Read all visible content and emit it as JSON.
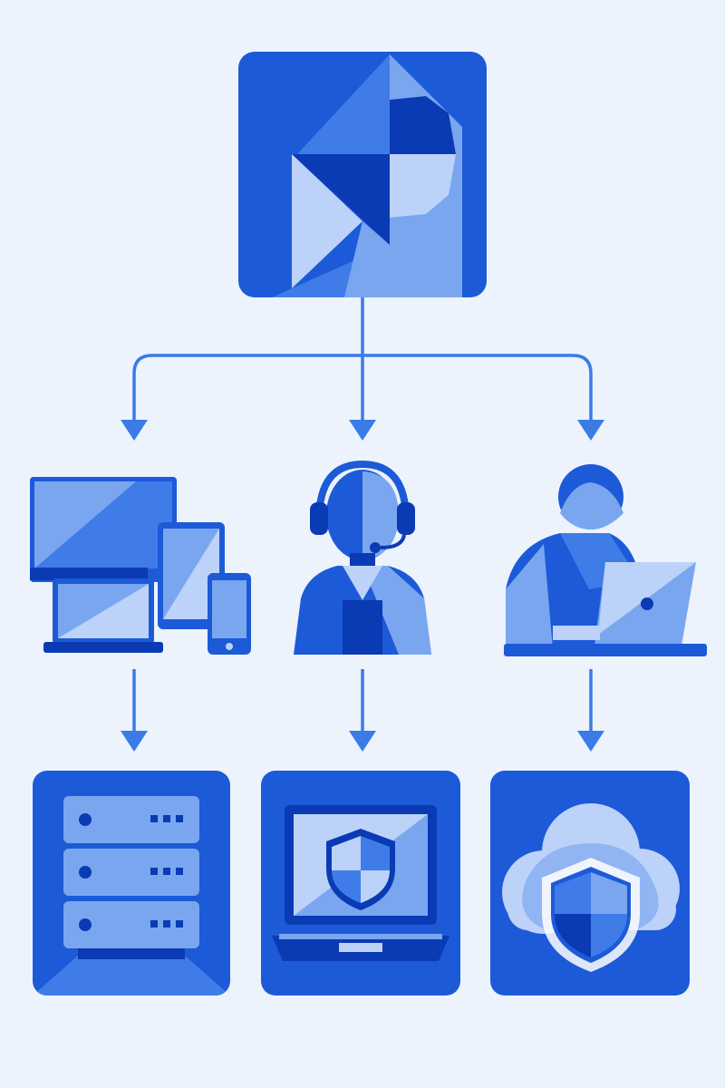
{
  "diagram": {
    "layers": [
      {
        "id": "source",
        "nodes": [
          {
            "name": "brand-logo-node",
            "icon": "abstract-geometric-logo"
          }
        ]
      },
      {
        "id": "access",
        "nodes": [
          {
            "name": "devices-node",
            "icon": "multi-device-icon"
          },
          {
            "name": "support-agent-node",
            "icon": "headset-agent-icon"
          },
          {
            "name": "remote-worker-node",
            "icon": "laptop-user-icon"
          }
        ]
      },
      {
        "id": "infrastructure",
        "nodes": [
          {
            "name": "server-rack-node",
            "icon": "server-rack-icon"
          },
          {
            "name": "endpoint-security-node",
            "icon": "laptop-shield-icon"
          },
          {
            "name": "cloud-security-node",
            "icon": "cloud-shield-icon"
          }
        ]
      }
    ],
    "connections": [
      {
        "from": "brand-logo-node",
        "to": "devices-node"
      },
      {
        "from": "brand-logo-node",
        "to": "support-agent-node"
      },
      {
        "from": "brand-logo-node",
        "to": "remote-worker-node"
      },
      {
        "from": "devices-node",
        "to": "server-rack-node"
      },
      {
        "from": "support-agent-node",
        "to": "endpoint-security-node"
      },
      {
        "from": "remote-worker-node",
        "to": "cloud-security-node"
      }
    ]
  },
  "colors": {
    "background": "#ecf3fd",
    "primary": "#1c5ad8",
    "dark": "#0a3bb4",
    "mid": "#3f7ce8",
    "light": "#7aa6f0",
    "pale": "#bcd2f8",
    "arrow": "#3a7be6"
  }
}
